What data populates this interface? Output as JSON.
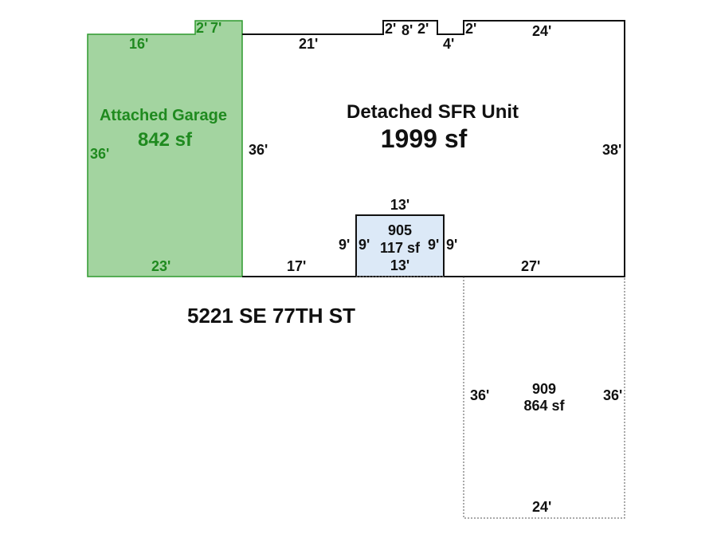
{
  "garage": {
    "label": "Attached Garage",
    "area": "842 sf",
    "dims": {
      "top": "16'",
      "step": "2'",
      "step_top": "7'",
      "left": "36'",
      "bottom": "23'"
    },
    "fill": "#a3d4a0",
    "stroke": "#2e9a2e"
  },
  "main": {
    "label": "Detached SFR Unit",
    "area": "1999 sf",
    "dims": {
      "top_left": "21'",
      "n1": "2'",
      "n2": "8'",
      "n3": "2'",
      "notch": "4'",
      "n4": "2'",
      "top_right": "24'",
      "left": "36'",
      "right": "38'",
      "bottom_left": "17'",
      "bottom_right": "27'"
    }
  },
  "unit905": {
    "code": "905",
    "area": "117 sf",
    "dims": {
      "top": "13'",
      "bottom": "13'",
      "left_out": "9'",
      "left_in": "9'",
      "right_in": "9'",
      "right_out": "9'"
    },
    "fill": "#dce9f7"
  },
  "unit909": {
    "code": "909",
    "area": "864 sf",
    "dims": {
      "left": "36'",
      "right": "36'",
      "bottom": "24'"
    }
  },
  "address": "5221 SE 77TH ST"
}
